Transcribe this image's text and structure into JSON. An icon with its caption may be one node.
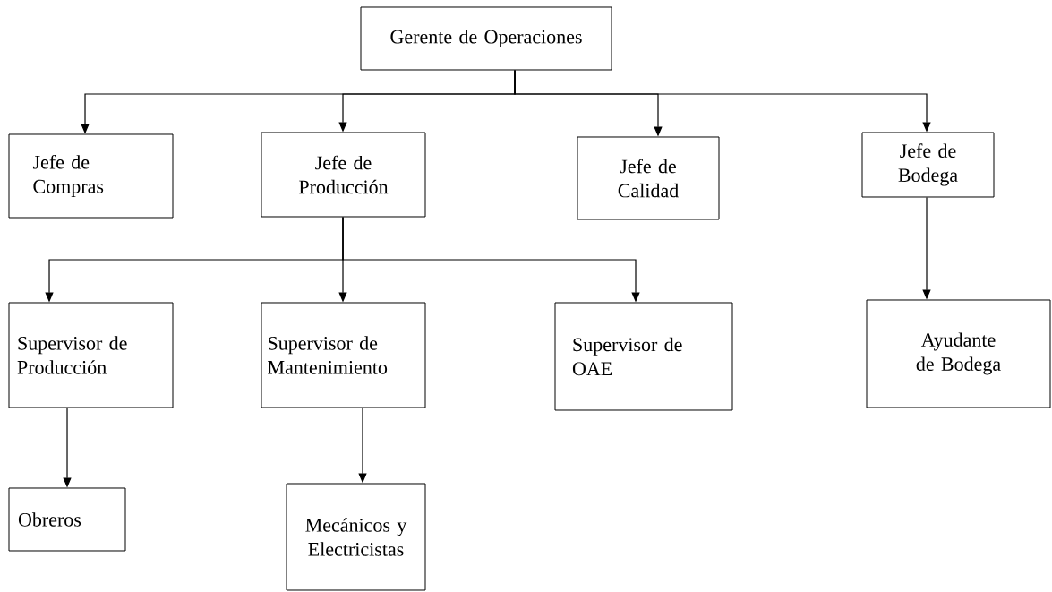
{
  "diagram": {
    "nodes": [
      {
        "text": [
          "Gerente de Operaciones"
        ]
      },
      {
        "text": [
          "Jefe de Compras"
        ]
      },
      {
        "text": [
          "Jefe de Producción"
        ]
      },
      {
        "text": [
          "Jefe de Calidad"
        ]
      },
      {
        "text": [
          "Jefe de Bodega"
        ]
      },
      {
        "text": [
          "Supervisor de Producción"
        ]
      },
      {
        "text": [
          "Supervisor de Mantenimiento"
        ]
      },
      {
        "text": [
          "Supervisor de OAE"
        ]
      },
      {
        "text": [
          "Ayudante de Bodega"
        ]
      },
      {
        "text": [
          "Obreros"
        ]
      },
      {
        "text": [
          "Mecánicos y Electricistas"
        ]
      }
    ],
    "edges": [
      {
        "from": 0,
        "to": 1,
        "arrow": "to"
      },
      {
        "from": 0,
        "to": 2,
        "arrow": "to"
      },
      {
        "from": 0,
        "to": 3,
        "arrow": "to"
      },
      {
        "from": 0,
        "to": 4,
        "arrow": "to"
      },
      {
        "from": 2,
        "to": 5,
        "arrow": "to"
      },
      {
        "from": 2,
        "to": 6,
        "arrow": "to"
      },
      {
        "from": 2,
        "to": 7,
        "arrow": "to"
      },
      {
        "from": 4,
        "to": 8,
        "arrow": "to"
      },
      {
        "from": 5,
        "to": 9,
        "arrow": "to"
      },
      {
        "from": 6,
        "to": 10,
        "arrow": "to"
      }
    ]
  }
}
